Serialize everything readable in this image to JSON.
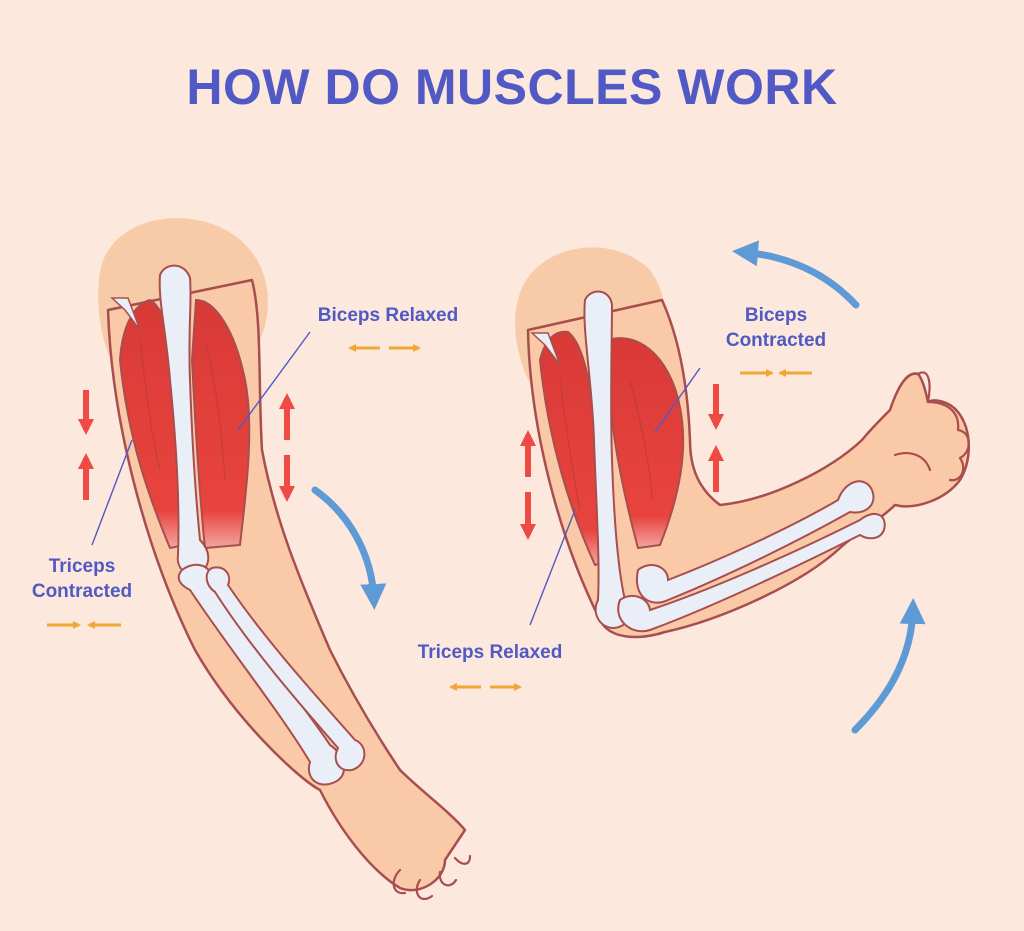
{
  "title": "HOW DO MUSCLES WORK",
  "labels": {
    "biceps_relaxed": "Biceps Relaxed",
    "biceps_contracted": [
      "Biceps",
      "Contracted"
    ],
    "triceps_contracted": [
      "Triceps",
      "Contracted"
    ],
    "triceps_relaxed": "Triceps Relaxed"
  },
  "colors": {
    "background": "#FCE8DD",
    "title": "#5159C4",
    "skin": "#F9C9A8",
    "shoulder_shade": "#F7CBA8",
    "outline": "#A84E4E",
    "muscle": "#E8443F",
    "bone": "#E9EEF7",
    "red_arrow": "#EF4A43",
    "orange_arrow": "#F0A733",
    "blue_arrow": "#5E9BD6"
  },
  "icons": [
    "red-double-arrow",
    "orange-inward-arrows",
    "orange-outward-arrows",
    "blue-curved-arrow"
  ]
}
